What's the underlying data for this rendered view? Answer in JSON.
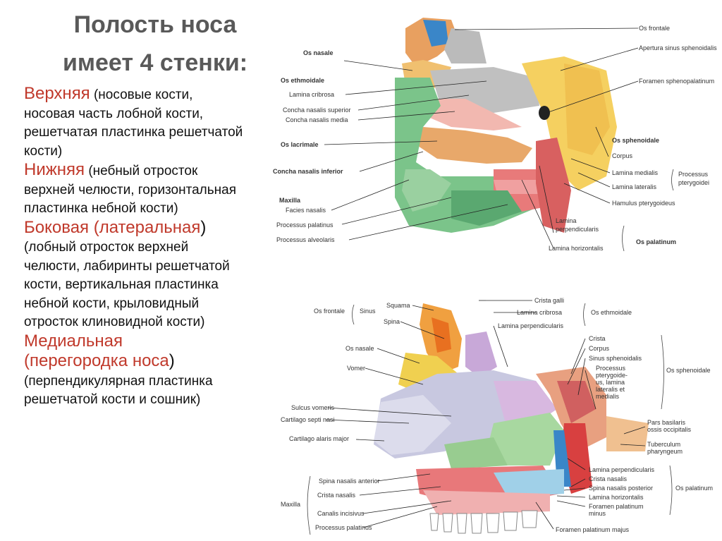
{
  "title": {
    "line1": "Полость носа",
    "line2": "имеет 4 стенки:"
  },
  "walls": [
    {
      "head": "Верхняя",
      "lines": [
        " (носовые кости,",
        "носовая часть лобной кости,",
        "решетчатая пластинка решетчатой",
        "кости)"
      ]
    },
    {
      "head": "Нижняя",
      "lines": [
        " (небный отросток",
        "верхней челюсти, горизонтальная",
        "пластинка небной кости)"
      ]
    },
    {
      "head": "Боковая (латеральная",
      "closing": ")",
      "lines": [
        "(лобный отросток верхней",
        "челюсти, лабиринты решетчатой",
        "кости, вертикальная пластинка",
        "небной кости, крыловидный",
        "отросток клиновидной кости)"
      ]
    },
    {
      "head": "Медиальная",
      "head2": "(перегородка носа",
      "closing": ")",
      "lines": [
        "(перпендикулярная пластинка",
        "решетчатой кости и сошник)"
      ]
    }
  ],
  "fig1": {
    "os_nasale": "Os nasale",
    "os_frontale": "Os frontale",
    "apertura": "Apertura sinus sphenoidalis",
    "os_ethmoidale": "Os ethmoidale",
    "lamina_cribrosa": "Lamina cribrosa",
    "foramen_sph": "Foramen sphenopalatinum",
    "concha_sup": "Concha nasalis superior",
    "concha_media": "Concha nasalis media",
    "os_sphenoidale": "Os sphenoidale",
    "os_lacrimale": "Os lacrimale",
    "corpus": "Corpus",
    "concha_inf": "Concha nasalis inferior",
    "lamina_medialis": "Lamina medialis",
    "processus": "Processus",
    "pterygoidei": "pterygoidei",
    "lamina_lateralis": "Lamina lateralis",
    "maxilla": "Maxilla",
    "hamulus": "Hamulus pterygoideus",
    "facies_nasalis": "Facies nasalis",
    "proc_palatinus": "Processus palatinus",
    "lamina_perp1": "Lamina",
    "lamina_perp2": "perpendicularis",
    "proc_alveolaris": "Processus alveolaris",
    "os_palatinum": "Os palatinum",
    "lamina_horiz": "Lamina horizontalis"
  },
  "fig2": {
    "crista_galli": "Crista galli",
    "squama": "Squama",
    "os_frontale": "Os frontale",
    "sinus": "Sinus",
    "lamina_cribrosa": "Lamina cribrosa",
    "os_ethmoidale": "Os ethmoidale",
    "spina": "Spina",
    "lamina_perp": "Lamina perpendicularis",
    "crista": "Crista",
    "os_nasale": "Os nasale",
    "corpus": "Corpus",
    "sinus_sph": "Sinus sphenoidalis",
    "vomer": "Vomer",
    "proc_ptery": [
      "Processus",
      "pterygoide-",
      "us, lamina",
      "lateralis et",
      "medialis"
    ],
    "os_sphenoidale": "Os sphenoidale",
    "sulcus": "Sulcus vomeris",
    "cart_septi": "Cartilago septi nasi",
    "pars_basilaris": [
      "Pars basilaris",
      "ossis occipitalis"
    ],
    "cart_alaris": "Cartilago alaris major",
    "tuberculum": [
      "Tuberculum",
      "pharyngeum"
    ],
    "lamina_perp2": "Lamina perpendicularis",
    "spina_ant": "Spina nasalis anterior",
    "crista_nasalis2": "Crista nasalis",
    "spina_post": "Spina nasalis posterior",
    "os_palatinum": "Os palatinum",
    "lamina_horiz": "Lamina horizontalis",
    "maxilla": "Maxilla",
    "crista_nasalis": "Crista nasalis",
    "canalis": "Canalis incisivus",
    "foramen_minus": [
      "Foramen palatinum",
      "minus"
    ],
    "proc_palatinus": "Processus palatinus",
    "foramen_majus": "Foramen palatinum majus"
  }
}
